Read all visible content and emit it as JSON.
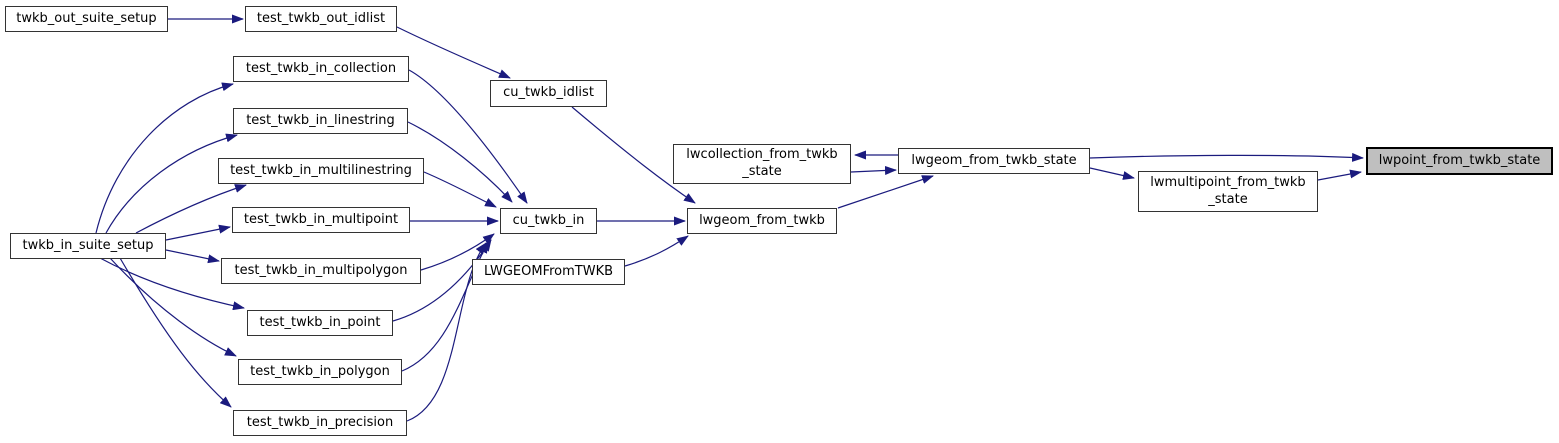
{
  "diagram": {
    "type": "call-graph",
    "colors": {
      "edge": "#1b1b7e",
      "node_fill": "#ffffff",
      "node_border": "#333333",
      "highlight_fill": "#bfbfbf",
      "text": "#000000"
    },
    "nodes": {
      "twkb_out_suite_setup": {
        "label": "twkb_out_suite_setup",
        "highlighted": false
      },
      "test_twkb_out_idlist": {
        "label": "test_twkb_out_idlist",
        "highlighted": false
      },
      "test_twkb_in_collection": {
        "label": "test_twkb_in_collection",
        "highlighted": false
      },
      "test_twkb_in_linestring": {
        "label": "test_twkb_in_linestring",
        "highlighted": false
      },
      "test_twkb_in_multilinestring": {
        "label": "test_twkb_in_multilinestring",
        "highlighted": false
      },
      "test_twkb_in_multipoint": {
        "label": "test_twkb_in_multipoint",
        "highlighted": false
      },
      "test_twkb_in_multipolygon": {
        "label": "test_twkb_in_multipolygon",
        "highlighted": false
      },
      "test_twkb_in_point": {
        "label": "test_twkb_in_point",
        "highlighted": false
      },
      "test_twkb_in_polygon": {
        "label": "test_twkb_in_polygon",
        "highlighted": false
      },
      "test_twkb_in_precision": {
        "label": "test_twkb_in_precision",
        "highlighted": false
      },
      "twkb_in_suite_setup": {
        "label": "twkb_in_suite_setup",
        "highlighted": false
      },
      "cu_twkb_idlist": {
        "label": "cu_twkb_idlist",
        "highlighted": false
      },
      "cu_twkb_in": {
        "label": "cu_twkb_in",
        "highlighted": false
      },
      "LWGEOMFromTWKB": {
        "label": "LWGEOMFromTWKB",
        "highlighted": false
      },
      "lwcollection_from_twkb_state": {
        "label": "lwcollection_from_twkb\n_state",
        "highlighted": false
      },
      "lwgeom_from_twkb": {
        "label": "lwgeom_from_twkb",
        "highlighted": false
      },
      "lwgeom_from_twkb_state": {
        "label": "lwgeom_from_twkb_state",
        "highlighted": false
      },
      "lwmultipoint_from_twkb_state": {
        "label": "lwmultipoint_from_twkb\n_state",
        "highlighted": false
      },
      "lwpoint_from_twkb_state": {
        "label": "lwpoint_from_twkb_state",
        "highlighted": true
      }
    },
    "edges": [
      {
        "from": "twkb_out_suite_setup",
        "to": "test_twkb_out_idlist"
      },
      {
        "from": "test_twkb_out_idlist",
        "to": "cu_twkb_idlist"
      },
      {
        "from": "twkb_in_suite_setup",
        "to": "test_twkb_in_collection"
      },
      {
        "from": "twkb_in_suite_setup",
        "to": "test_twkb_in_linestring"
      },
      {
        "from": "twkb_in_suite_setup",
        "to": "test_twkb_in_multilinestring"
      },
      {
        "from": "twkb_in_suite_setup",
        "to": "test_twkb_in_multipoint"
      },
      {
        "from": "twkb_in_suite_setup",
        "to": "test_twkb_in_multipolygon"
      },
      {
        "from": "twkb_in_suite_setup",
        "to": "test_twkb_in_point"
      },
      {
        "from": "twkb_in_suite_setup",
        "to": "test_twkb_in_polygon"
      },
      {
        "from": "twkb_in_suite_setup",
        "to": "test_twkb_in_precision"
      },
      {
        "from": "test_twkb_in_collection",
        "to": "cu_twkb_in"
      },
      {
        "from": "test_twkb_in_linestring",
        "to": "cu_twkb_in"
      },
      {
        "from": "test_twkb_in_multilinestring",
        "to": "cu_twkb_in"
      },
      {
        "from": "test_twkb_in_multipoint",
        "to": "cu_twkb_in"
      },
      {
        "from": "test_twkb_in_multipolygon",
        "to": "cu_twkb_in"
      },
      {
        "from": "test_twkb_in_point",
        "to": "cu_twkb_in"
      },
      {
        "from": "test_twkb_in_polygon",
        "to": "cu_twkb_in"
      },
      {
        "from": "test_twkb_in_precision",
        "to": "cu_twkb_in"
      },
      {
        "from": "cu_twkb_idlist",
        "to": "lwgeom_from_twkb"
      },
      {
        "from": "cu_twkb_in",
        "to": "lwgeom_from_twkb"
      },
      {
        "from": "LWGEOMFromTWKB",
        "to": "lwgeom_from_twkb"
      },
      {
        "from": "lwgeom_from_twkb",
        "to": "lwgeom_from_twkb_state"
      },
      {
        "from": "lwgeom_from_twkb_state",
        "to": "lwcollection_from_twkb_state"
      },
      {
        "from": "lwcollection_from_twkb_state",
        "to": "lwgeom_from_twkb_state"
      },
      {
        "from": "lwgeom_from_twkb_state",
        "to": "lwpoint_from_twkb_state"
      },
      {
        "from": "lwgeom_from_twkb_state",
        "to": "lwmultipoint_from_twkb_state"
      },
      {
        "from": "lwmultipoint_from_twkb_state",
        "to": "lwpoint_from_twkb_state"
      }
    ]
  }
}
